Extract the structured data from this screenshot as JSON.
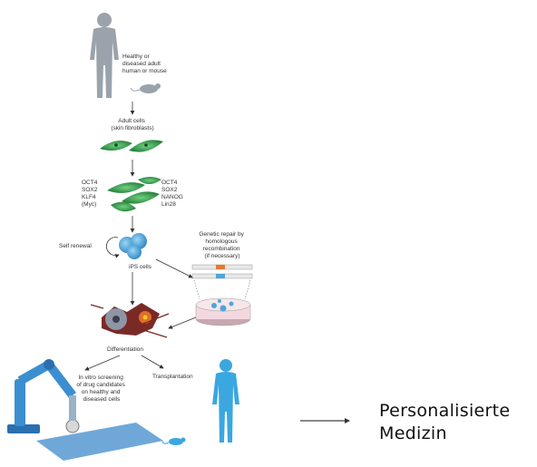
{
  "diagram": {
    "source_label": [
      "Healthy or",
      "diseased adult",
      "human or mouse"
    ],
    "adult_cells_label": [
      "Adult cells",
      "(skin fibroblasts)"
    ],
    "factors_left": [
      "OCT4",
      "SOX2",
      "KLF4",
      "(Myc)"
    ],
    "factors_right": [
      "OCT4",
      "SOX2",
      "NANOG",
      "Lin28"
    ],
    "self_renewal_label": "Self renewal",
    "ips_label": "iPS cells",
    "repair_label": [
      "Genetic repair by",
      "homologous",
      "recombination",
      "(if necessary)"
    ],
    "differentiation_label": "Differentiation",
    "screening_label": [
      "In vitro screening",
      "of drug candidates",
      "on healthy and",
      "diseased cells"
    ],
    "transplantation_label": "Transplantation"
  },
  "caption": {
    "lines": [
      "Personalisierte",
      "Medizin"
    ]
  },
  "colors": {
    "human_grey": "#9aa3ab",
    "cell_green": "#2e9e4a",
    "ips_blue": "#4aa6dc",
    "human_blue": "#3aa7e0",
    "robot_blue": "#3b8fd0"
  }
}
